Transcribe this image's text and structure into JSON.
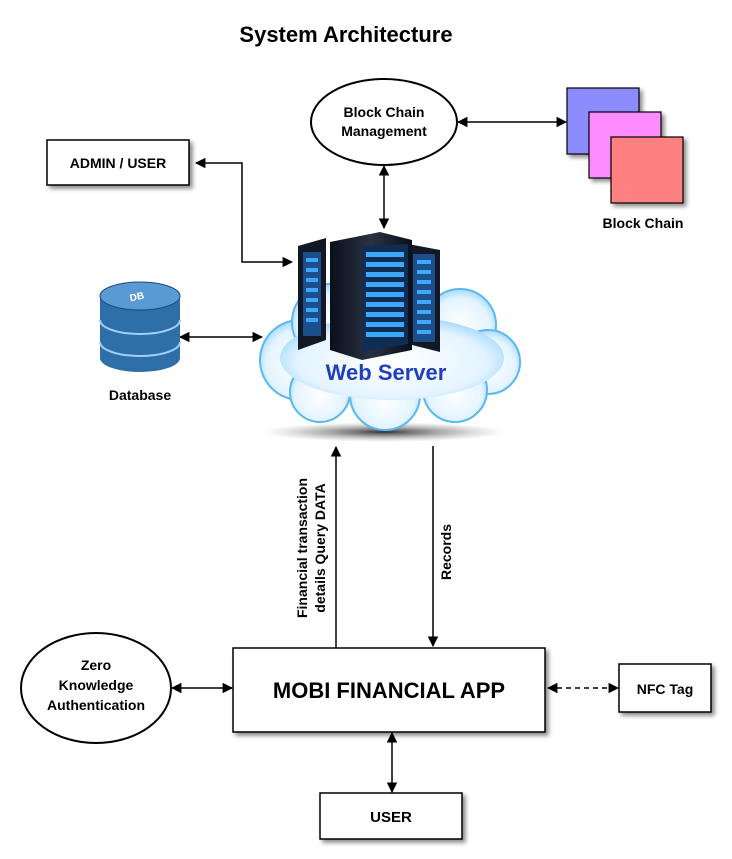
{
  "title": "System Architecture",
  "nodes": {
    "block_chain_management": [
      "Block Chain",
      "Management"
    ],
    "admin_user": "ADMIN / USER",
    "block_chain": "Block Chain",
    "database": "Database",
    "db_icon_label": "DB",
    "web_server": "Web Server",
    "zero_knowledge": [
      "Zero",
      "Knowledge",
      "Authentication"
    ],
    "mobi_app": "MOBI FINANCIAL APP",
    "nfc_tag": "NFC Tag",
    "user": "USER"
  },
  "edges": {
    "up_label": [
      "Financial  transaction",
      "details Query DATA"
    ],
    "down_label": "Records"
  },
  "colors": {
    "block_1": "#8c8cff",
    "block_2": "#ff8cff",
    "block_3": "#ff8080",
    "web_server_text": "#1f3fbf",
    "db": "#2e6fa8"
  }
}
